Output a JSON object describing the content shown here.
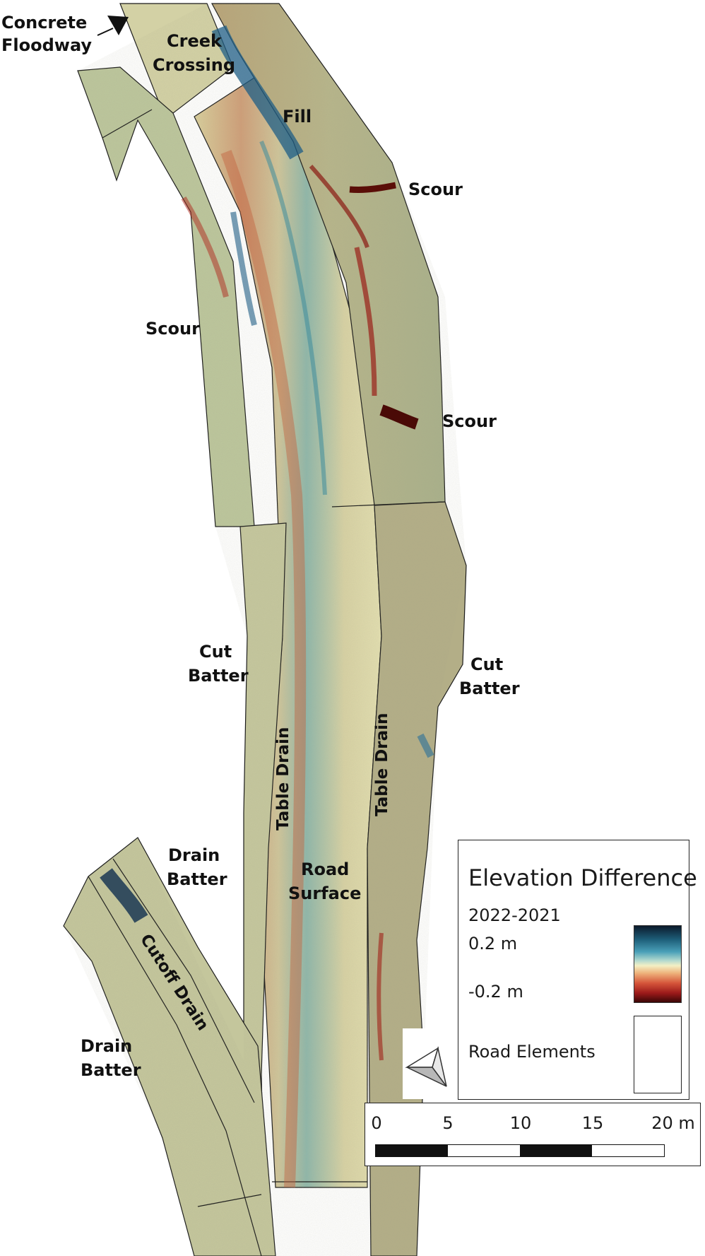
{
  "map": {
    "labels": {
      "concrete_floodway_1": "Concrete",
      "concrete_floodway_2": "Floodway",
      "creek_crossing_1": "Creek",
      "creek_crossing_2": "Crossing",
      "fill": "Fill",
      "scour_top": "Scour",
      "scour_left": "Scour",
      "scour_right": "Scour",
      "cut_batter_left_1": "Cut",
      "cut_batter_left_2": "Batter",
      "cut_batter_right_1": "Cut",
      "cut_batter_right_2": "Batter",
      "table_drain_left": "Table Drain",
      "table_drain_right": "Table Drain",
      "road_surface_1": "Road",
      "road_surface_2": "Surface",
      "drain_batter_top_1": "Drain",
      "drain_batter_top_2": "Batter",
      "cutoff_drain": "Cutoff Drain",
      "drain_batter_bottom_1": "Drain",
      "drain_batter_bottom_2": "Batter"
    }
  },
  "legend": {
    "title": "Elevation Difference",
    "subtitle": "2022-2021",
    "max_label": "0.2 m",
    "min_label": "-0.2 m",
    "road_elements_label": "Road Elements",
    "ramp_colors": [
      "#0b1a2b",
      "#1e5f7a",
      "#4aa0b8",
      "#b8dccf",
      "#f3f0c4",
      "#eeb17a",
      "#d5553a",
      "#9c1a1a",
      "#3a0606"
    ]
  },
  "scale_bar": {
    "ticks": [
      "0",
      "5",
      "10",
      "15",
      "20 m"
    ],
    "colors": [
      "#111111",
      "#ffffff"
    ]
  },
  "north_arrow": {
    "icon": "north-arrow-icon"
  },
  "colors": {
    "terrain": "#c9c99a",
    "road": "#d2cf9f",
    "erosion": "#b8321e",
    "deposition": "#2a6f9a"
  }
}
